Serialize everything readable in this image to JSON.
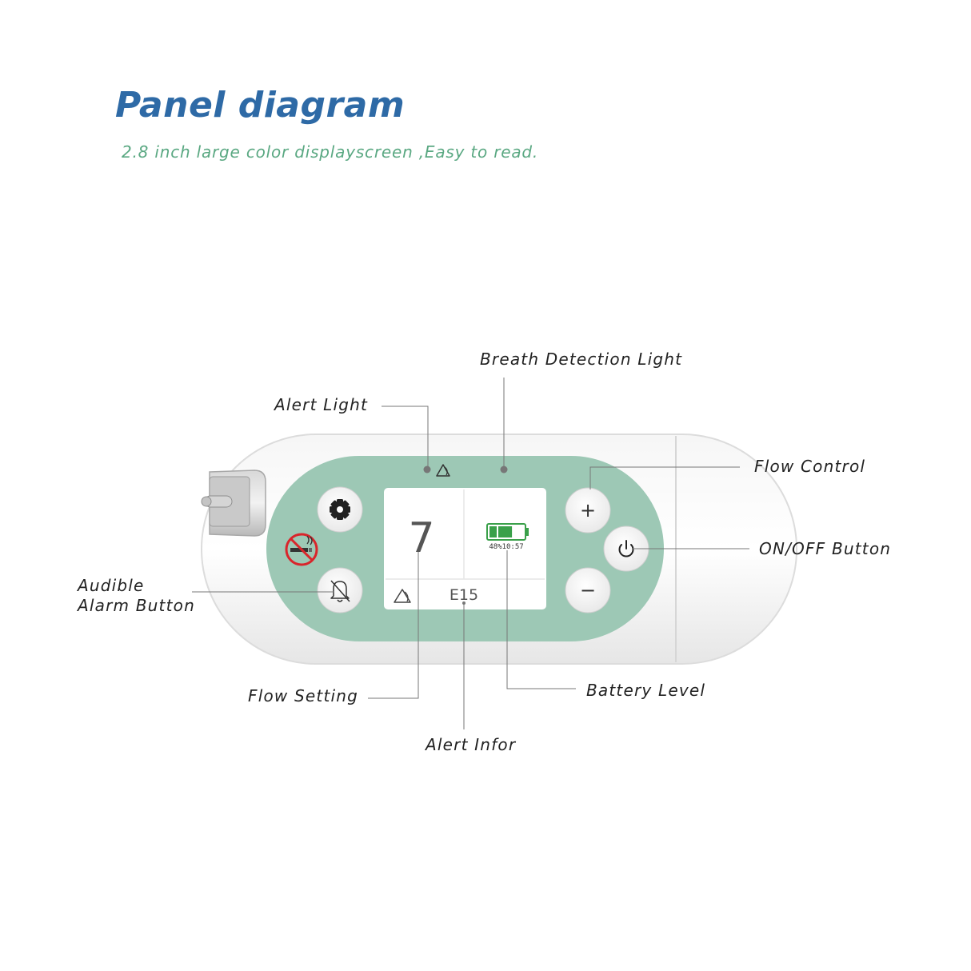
{
  "title": "Panel diagram",
  "subtitle": "2.8 inch large color displayscreen ,Easy to read.",
  "labels": {
    "breath_detection_light": "Breath Detection Light",
    "alert_light": "Alert Light",
    "flow_control": "Flow Control",
    "on_off_button": "ON/OFF Button",
    "audible_alarm_line1": "Audible",
    "audible_alarm_line2": "Alarm Button",
    "flow_setting": "Flow Setting",
    "battery_level": "Battery Level",
    "alert_infor": "Alert Infor"
  },
  "screen": {
    "flow_value": "7",
    "alert_code": "E15",
    "battery_text": "48%10:57",
    "battery_fill": 0.67
  },
  "buttons": {
    "plus": "+",
    "minus": "−"
  },
  "icons": [
    "settings-gear-icon",
    "no-smoking-icon",
    "alarm-mute-icon",
    "alert-triangle-icon",
    "power-icon",
    "battery-icon"
  ],
  "colors": {
    "title": "#2e6aa6",
    "subtitle": "#5aa882",
    "panel_green": "#9dc8b5",
    "battery_green": "#3aa04a",
    "no_smoking_red": "#d9252b"
  }
}
